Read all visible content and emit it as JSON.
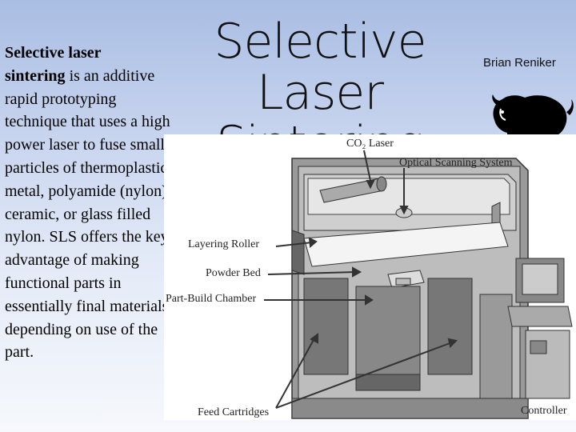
{
  "slide": {
    "title_line1": "Selective Laser",
    "title_line2": "Sintering",
    "author": "Brian Reniker",
    "description_bold_1": "Selective laser",
    "description_bold_2": "sintering",
    "description_rest": " is an additive rapid prototyping technique that uses a high power laser to fuse small particles of thermoplastic, metal, polyamide (nylon), ceramic, or glass filled nylon. SLS offers the key advantage of making functional parts in essentially final materials, depending on use of the part."
  },
  "diagram": {
    "labels": {
      "co2_laser": "CO₂ Laser",
      "optical_scanning": "Optical Scanning System",
      "layering_roller": "Layering Roller",
      "powder_bed": "Powder Bed",
      "part_build_chamber": "Part-Build Chamber",
      "feed_cartridges": "Feed Cartridges",
      "controller": "Controller"
    }
  },
  "icons": {
    "logo": "bison-icon"
  }
}
